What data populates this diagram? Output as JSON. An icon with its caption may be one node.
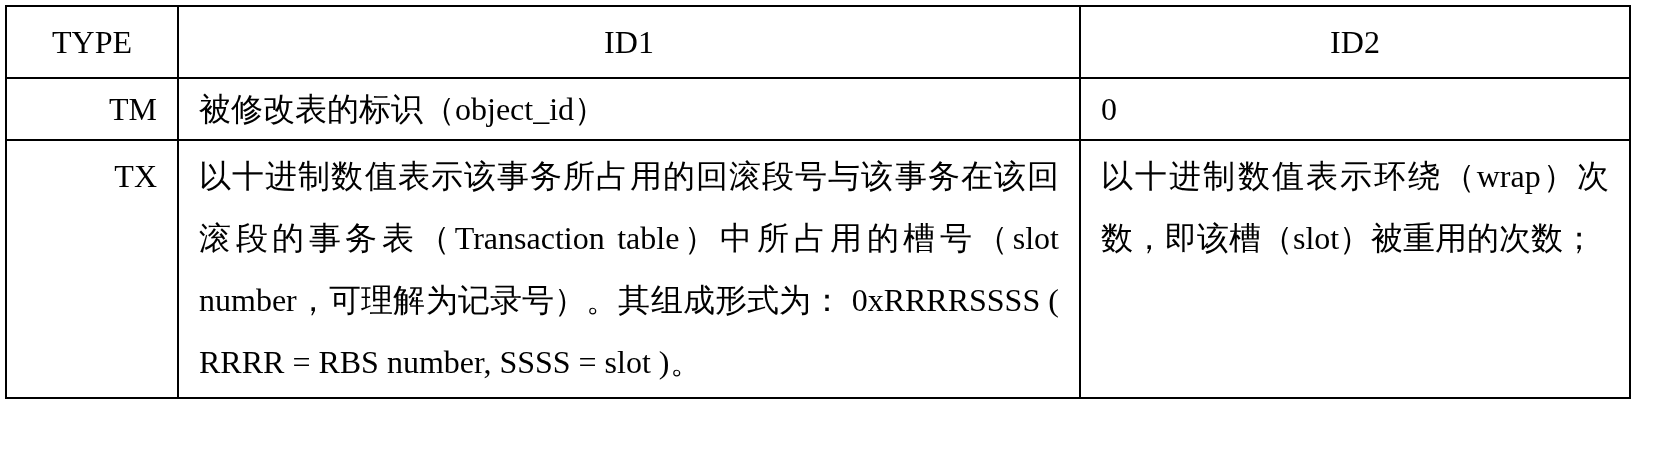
{
  "diagram": {
    "labels": [
      "TYPE",
      "ID1",
      "ID2",
      "TM",
      "被修改表的标识（object_id）",
      "0",
      "TX",
      "以十进制数值表示该事务所占用的回滚段号与该事务在该回滚段的事务表（Transaction table）中所占用的槽号（slot number，可理解为记录号）。其组成形式为： 0xRRRRSSSS ( RRRR = RBS number, SSSS = slot )。",
      "以十进制数值表示环绕（wrap）次数，即该槽（slot）被重用的次数；"
    ]
  }
}
